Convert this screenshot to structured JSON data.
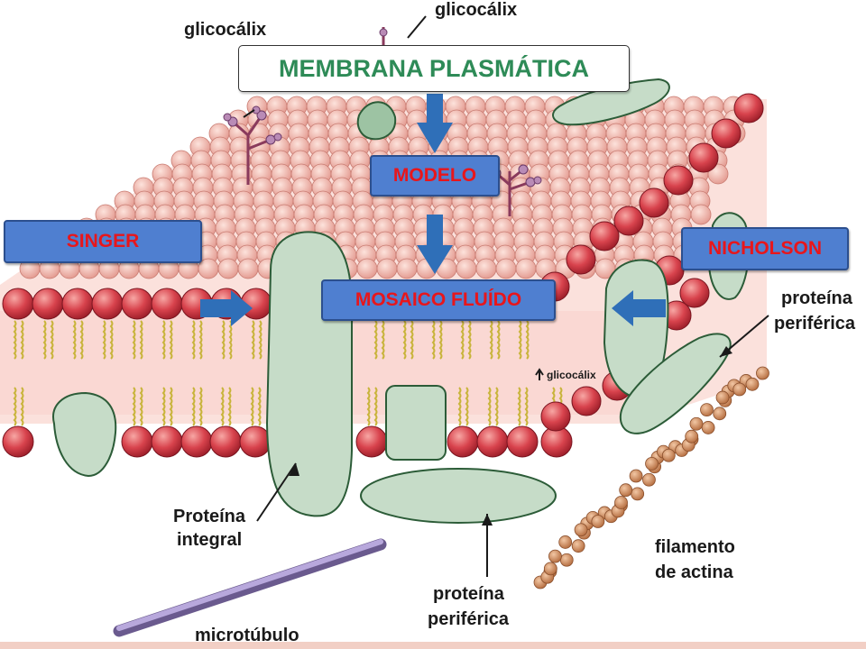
{
  "title": "MEMBRANA PLASMÁTICA",
  "boxes": {
    "modelo": "MODELO",
    "mosaico": "MOSAICO FLUÍDO",
    "singer": "SINGER",
    "nicholson": "NICHOLSON"
  },
  "labels": {
    "glicocalix_left": "glicocálix",
    "glicocalix_top": "glicocálix",
    "glicocalix_small": "glicocálix",
    "proteina_integral_1": "Proteína",
    "proteina_integral_2": "integral",
    "proteina_periferica_right_1": "proteína",
    "proteina_periferica_right_2": "periférica",
    "proteina_periferica_bottom_1": "proteína",
    "proteina_periferica_bottom_2": "periférica",
    "filamento_1": "filamento",
    "filamento_2": "de actina",
    "microtubulo": "microtúbulo"
  },
  "colors": {
    "head_fill": "#d8434d",
    "head_light": "#f0b4aa",
    "protein_fill": "#c6dcc8",
    "protein_edge": "#3f8a52",
    "box_blue": "#4f7fd0",
    "box_text": "#e8161b",
    "title_text": "#2e8b57",
    "arrow_blue": "#2f6fb8",
    "actin": "#c9865a",
    "microtubule": "#9d88c4"
  },
  "icons": [
    "glycan-icon",
    "arrow-down-icon",
    "arrow-right-icon",
    "arrow-left-icon",
    "arrow-up-icon"
  ]
}
